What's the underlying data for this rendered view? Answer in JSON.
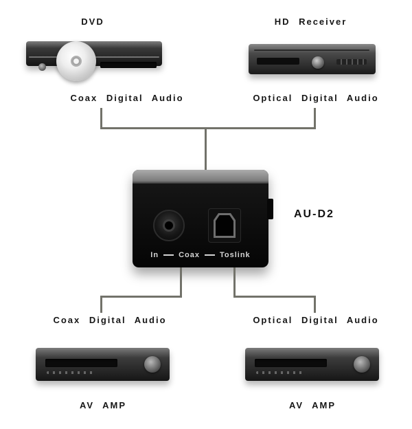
{
  "colors": {
    "background": "#ffffff",
    "connection_line": "#72726a",
    "label_text": "#161616",
    "panel_text": "#d4d4d4"
  },
  "sources": {
    "dvd": {
      "title": "DVD",
      "output_label": "Coax Digital Audio"
    },
    "hd_receiver": {
      "title": "HD Receiver",
      "output_label": "Optical Digital Audio"
    }
  },
  "converter": {
    "model": "AU-D2",
    "panel": {
      "in": "In",
      "coax": "Coax",
      "toslink": "Toslink"
    }
  },
  "outputs": {
    "av_amp_left": {
      "title": "AV AMP",
      "input_label": "Coax Digital Audio"
    },
    "av_amp_right": {
      "title": "AV AMP",
      "input_label": "Optical Digital Audio"
    }
  }
}
